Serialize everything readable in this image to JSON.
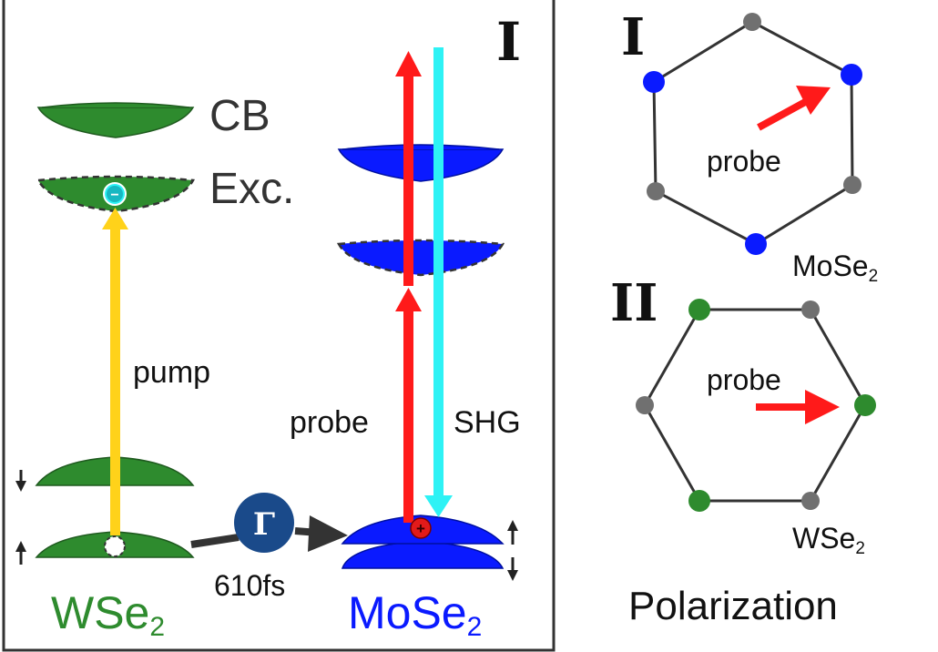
{
  "panel_a": {
    "roman": "I",
    "cb_label": "CB",
    "exc_label": "Exc.",
    "pump_label": "pump",
    "probe_label": "probe",
    "shg_label": "SHG",
    "transfer_symbol": "Γ",
    "transfer_time": "610fs",
    "left_material": {
      "base": "WSe",
      "sub": "2"
    },
    "right_material": {
      "base": "MoSe",
      "sub": "2"
    },
    "electron_sign": "−",
    "hole_sign": "+"
  },
  "panel_b": {
    "roman": "I",
    "probe_label": "probe",
    "material": {
      "base": "MoSe",
      "sub": "2"
    }
  },
  "panel_c": {
    "roman": "II",
    "probe_label": "probe",
    "material": {
      "base": "WSe",
      "sub": "2"
    }
  },
  "polarization_label": "Polarization",
  "colors": {
    "wse2_green": "#2e8b2e",
    "mose2_blue": "#0a1aff",
    "probe_red": "#ff1a1a",
    "pump_yellow": "#ffd21a",
    "shg_cyan": "#2ef2f5",
    "gamma_navy": "#1a4a8a",
    "vertex_gray": "#707070"
  }
}
